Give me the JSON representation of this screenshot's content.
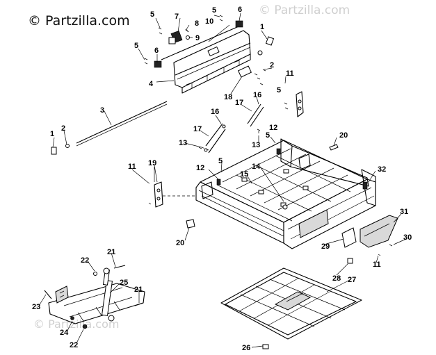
{
  "watermark": {
    "main": "© Partzilla.com",
    "faint": "© Partzilla.com"
  },
  "callouts": [
    {
      "id": "c1a",
      "label": "1"
    },
    {
      "id": "c1b",
      "label": "1"
    },
    {
      "id": "c2a",
      "label": "2"
    },
    {
      "id": "c2b",
      "label": "2"
    },
    {
      "id": "c3",
      "label": "3"
    },
    {
      "id": "c4",
      "label": "4"
    },
    {
      "id": "c5a",
      "label": "5"
    },
    {
      "id": "c5b",
      "label": "5"
    },
    {
      "id": "c5c",
      "label": "5"
    },
    {
      "id": "c5d",
      "label": "5"
    },
    {
      "id": "c5e",
      "label": "5"
    },
    {
      "id": "c5f",
      "label": "5"
    },
    {
      "id": "c6a",
      "label": "6"
    },
    {
      "id": "c6b",
      "label": "6"
    },
    {
      "id": "c7",
      "label": "7"
    },
    {
      "id": "c8",
      "label": "8"
    },
    {
      "id": "c9",
      "label": "9"
    },
    {
      "id": "c10",
      "label": "10"
    },
    {
      "id": "c11a",
      "label": "11"
    },
    {
      "id": "c11b",
      "label": "11"
    },
    {
      "id": "c11c",
      "label": "11"
    },
    {
      "id": "c12a",
      "label": "12"
    },
    {
      "id": "c12b",
      "label": "12"
    },
    {
      "id": "c13a",
      "label": "13"
    },
    {
      "id": "c13b",
      "label": "13"
    },
    {
      "id": "c14",
      "label": "14"
    },
    {
      "id": "c15",
      "label": "15"
    },
    {
      "id": "c16a",
      "label": "16"
    },
    {
      "id": "c16b",
      "label": "16"
    },
    {
      "id": "c17a",
      "label": "17"
    },
    {
      "id": "c17b",
      "label": "17"
    },
    {
      "id": "c18",
      "label": "18"
    },
    {
      "id": "c19",
      "label": "19"
    },
    {
      "id": "c20a",
      "label": "20"
    },
    {
      "id": "c20b",
      "label": "20"
    },
    {
      "id": "c21a",
      "label": "21"
    },
    {
      "id": "c21b",
      "label": "21"
    },
    {
      "id": "c22a",
      "label": "22"
    },
    {
      "id": "c22b",
      "label": "22"
    },
    {
      "id": "c23",
      "label": "23"
    },
    {
      "id": "c24",
      "label": "24"
    },
    {
      "id": "c25",
      "label": "25"
    },
    {
      "id": "c26",
      "label": "26"
    },
    {
      "id": "c27",
      "label": "27"
    },
    {
      "id": "c28",
      "label": "28"
    },
    {
      "id": "c29",
      "label": "29"
    },
    {
      "id": "c30",
      "label": "30"
    },
    {
      "id": "c31",
      "label": "31"
    },
    {
      "id": "c32",
      "label": "32"
    }
  ]
}
